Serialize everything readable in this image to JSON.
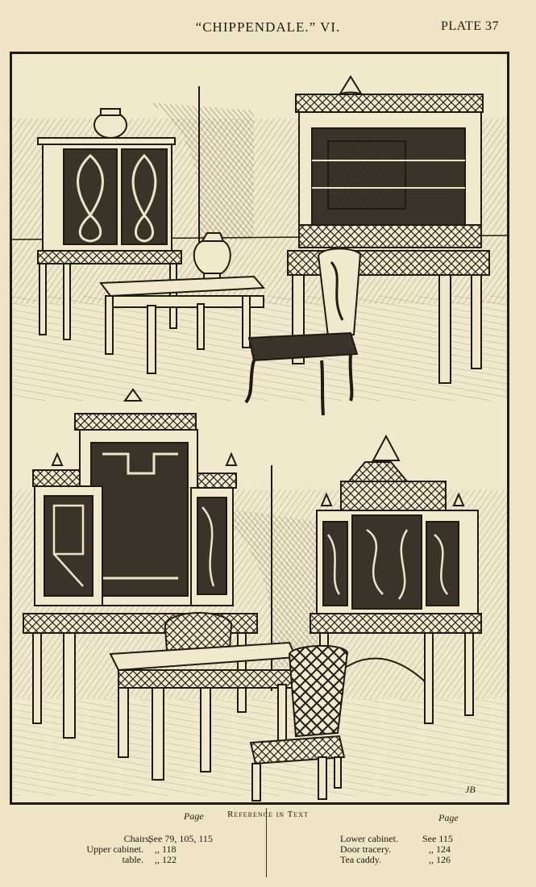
{
  "header": {
    "title": "“CHIPPENDALE.” VI.",
    "plate": "PLATE 37"
  },
  "caption": "Reference in Text",
  "references": {
    "page_header": "Page",
    "left": [
      {
        "item": "Chairs,",
        "ref": "See 79, 105, 115"
      },
      {
        "item": "Upper cabinet.",
        "ref": ",,  118"
      },
      {
        "item": "table.",
        "ref": ",,  122"
      }
    ],
    "right": [
      {
        "item": "Lower cabinet.",
        "ref": "See 115"
      },
      {
        "item": "Door tracery.",
        "ref": ",,  124"
      },
      {
        "item": "Tea caddy.",
        "ref": ",,  126"
      }
    ]
  },
  "illustration": {
    "description_icon": "furniture-engraving",
    "monogram": "JB"
  },
  "colors": {
    "paper": "#efe4c4",
    "ink": "#1e1a14"
  }
}
